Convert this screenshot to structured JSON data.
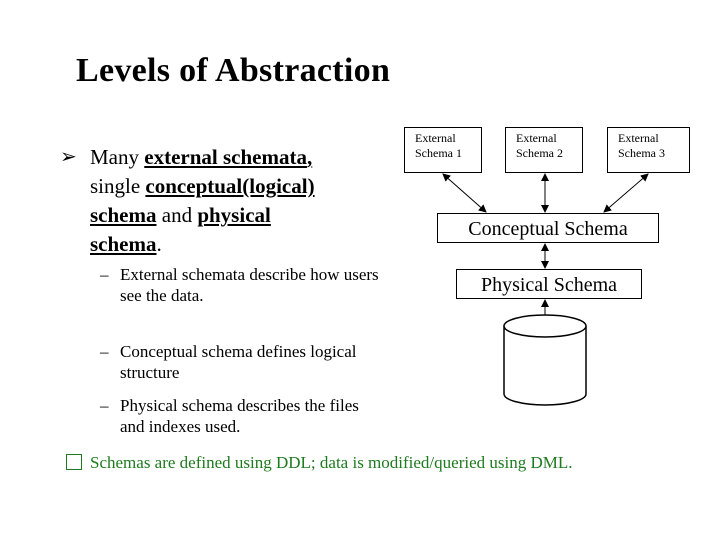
{
  "title": "Levels of Abstraction",
  "main_bullet": {
    "t1": "Many ",
    "t2": "external schemata",
    "t3": ",",
    "t4": "single ",
    "t5": "conceptual(logical)",
    "t6": "schema",
    "t7": " and ",
    "t8": "physical",
    "t9": "schema",
    "t10": "."
  },
  "sub_bullets": [
    "External schemata describe how users see the data.",
    "Conceptual schema defines logical structure",
    "Physical schema describes the files and indexes used."
  ],
  "dash": "–",
  "footer": "Schemas are defined using DDL; data is modified/queried using DML.",
  "diagram": {
    "external1": "External Schema 1",
    "external2": "External Schema 2",
    "external3": "External Schema 3",
    "conceptual": "Conceptual Schema",
    "physical": "Physical Schema"
  },
  "colors": {
    "footer": "#1e7a1e"
  }
}
